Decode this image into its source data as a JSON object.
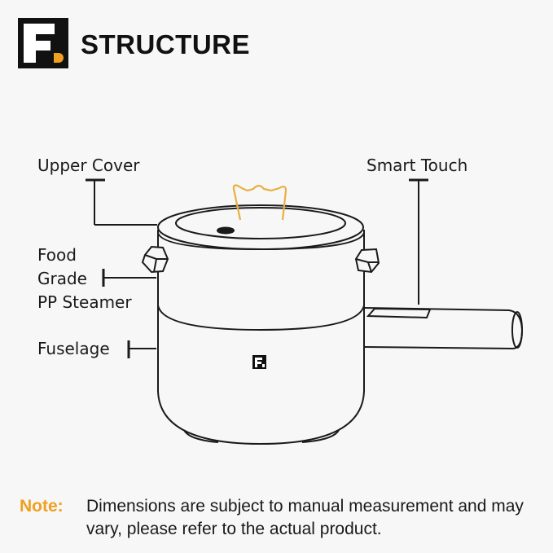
{
  "header": {
    "logo_letter": "F",
    "title": "STRUCTURE"
  },
  "labels": {
    "upper_cover": "Upper Cover",
    "smart_touch": "Smart Touch",
    "steamer_line1": "Food",
    "steamer_line2": "Grade",
    "steamer_line3": "PP Steamer",
    "fuselage": "Fuselage"
  },
  "note": {
    "key": "Note:",
    "text": "Dimensions are subject to manual measurement and may vary, please refer to the actual product."
  },
  "colors": {
    "accent": "#f0a020",
    "steam": "#e8b040",
    "background": "#f7f7f7",
    "line": "#1a1a1a"
  }
}
